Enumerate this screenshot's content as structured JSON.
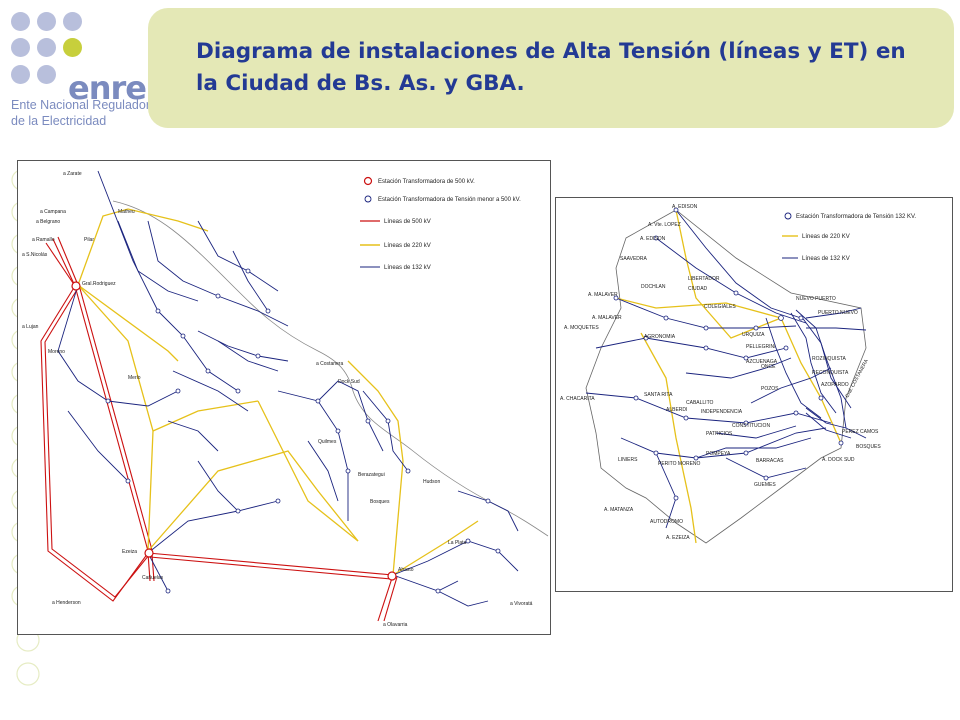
{
  "logo": {
    "brand": "enre",
    "org_line1": "Ente Nacional Regulador",
    "org_line2": "de la Electricidad",
    "dot_colors": [
      "#b8bfdc",
      "#b8bfdc",
      "#b8bfdc",
      "#b8bfdc",
      "#b8bfdc",
      "#c7cf3c",
      "#b8bfdc",
      "#b8bfdc"
    ]
  },
  "header": {
    "title": "Diagrama de instalaciones de Alta Tensión (líneas y ET) en la Ciudad de Bs. As. y GBA."
  },
  "colors": {
    "line_500": "#cc1111",
    "line_220": "#e6c11a",
    "line_132": "#1a237e",
    "banner": "#e4e8b6",
    "title": "#233a94"
  },
  "map_left": {
    "legend": {
      "et_500": "Estación Transformadora de 500 kV.",
      "et_menor": "Estación Transformadora de Tensión menor a 500 kV.",
      "line_500": "Líneas de 500 kV",
      "line_220": "Líneas de 220 kV",
      "line_132": "Líneas de 132 kV"
    },
    "labels": {
      "zarate": "a Zarate",
      "campana": "a Campana",
      "belgrano": "a Belgrano",
      "ramallo": "a Ramallo",
      "s_nicolas": "a S.Nicolás",
      "gral_rodriguez": "Gral.Rodriguez",
      "lujan": "a Lujan",
      "ezeiza": "Ezeiza",
      "abasto": "Abasto",
      "henderson": "a Henderson",
      "olavarria": "a Olavarria",
      "vivoratá": "a Vivoratá",
      "costanera": "a Costanera",
      "la_plata": "La Plata",
      "matheu": "Matheu",
      "pilar": "Pilar",
      "moreno": "Moreno",
      "merlo": "Merlo",
      "canuelas": "Cañuelas",
      "berazategui": "Berazategui",
      "bosques": "Bosques",
      "quilmes": "Quilmes",
      "dock_sud": "Dock Sud",
      "hudson": "Hudson"
    }
  },
  "map_right": {
    "legend": {
      "et_132": "Estación Transformadora de Tensión 132 KV.",
      "line_220": "Líneas de 220 KV",
      "line_132": "Líneas de 132 KV"
    },
    "labels": {
      "edison_top": "A. EDISON",
      "vte_lopez": "A. Vte. LOPEZ",
      "edison": "A. EDISON",
      "saavedra": "SAAVEDRA",
      "libertador": "LIBERTADOR",
      "malaver1": "A. MALAVER",
      "colegiales": "COLEGIALES",
      "malaver2": "A. MALAVER",
      "moqueta": "A. MOQUETES",
      "nuevo_puerto": "NUEVO PUERTO",
      "puerto_nuevo": "PUERTO NUEVO",
      "agronomia": "AGRONOMIA",
      "azcuenaga": "AZCUENAGA",
      "rozinquista": "ROZINQUISTA",
      "costanera": "Cral. COSTANERA",
      "chacarita": "A. CHACARITA",
      "santa_rita": "SANTA RITA",
      "caballito": "CABALLITO",
      "azopardo": "AZOPARDO",
      "perez_cadoni": "PEREZ CAMOS",
      "liniers": "LINIERS",
      "perito_moreno": "PERITO MORENO",
      "pompeya": "POMPEYA",
      "barracas": "BARRACAS",
      "guemes": "GUEMES",
      "dock_sud": "A. DOCK SUD",
      "matanza": "A. MATANZA",
      "autodromo": "AUTODROMO",
      "ezeiza": "A. EZEIZA",
      "bosques": "BOSQUES",
      "balvanera": "PELLEGRINI",
      "once": "ONCE",
      "pozos": "POZOS",
      "constitucion": "CONSTITUCION",
      "independencia": "INDEPENDENCIA",
      "alberdi": "ALBERDI",
      "patricios": "PATRICIOS",
      "urquiza": "URQUIZA",
      "dochlan": "DOCHLAN",
      "ciudad": "CIUDAD",
      "reconquista": "RECONQUISTA"
    }
  }
}
